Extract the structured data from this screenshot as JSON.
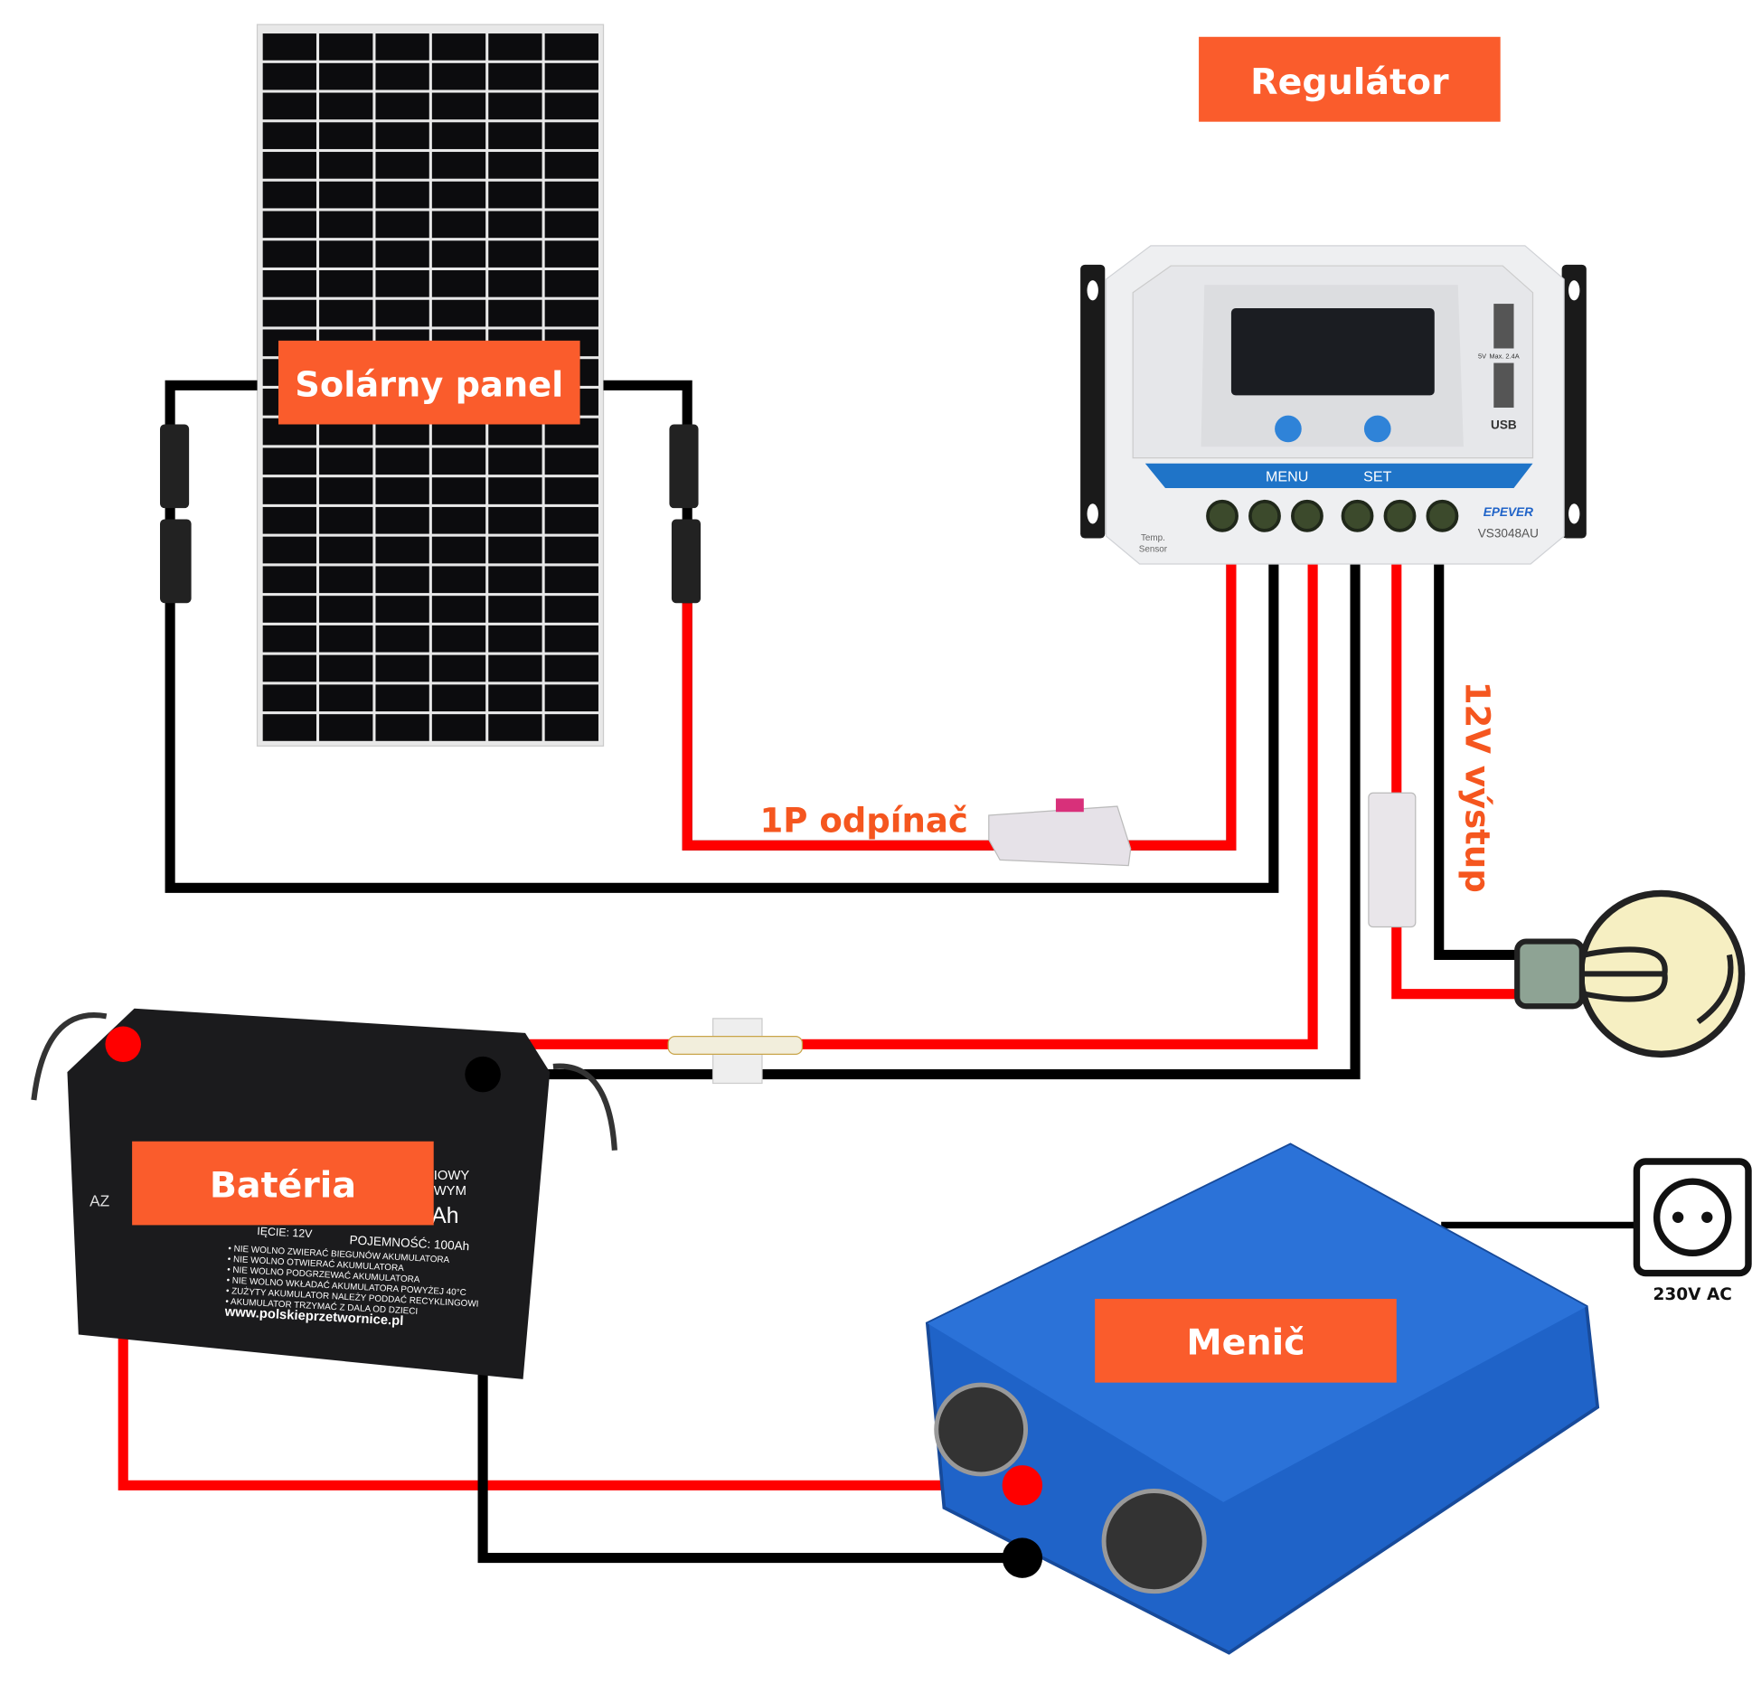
{
  "labels": {
    "regulator": "Regulátor",
    "solar_panel": "Solárny panel",
    "breaker": "1P odpínač",
    "output_12v": "12V výstup",
    "battery": "Batéria",
    "inverter": "Menič",
    "ac_output": "230V AC"
  },
  "regulator_device": {
    "menu": "MENU",
    "set": "SET",
    "usb": "USB",
    "usb_spec_v": "5V",
    "usb_spec_a": "Max. 2.4A",
    "brand": "EPEVER",
    "model": "VS3048AU",
    "temp_sensor_1": "Temp.",
    "temp_sensor_2": "Sensor"
  },
  "battery_device": {
    "az": "AZ",
    "type_1": "IOWY",
    "type_2": "WYM",
    "ah": "Ah",
    "voltage": "IĘCIE: 12V",
    "capacity": "POJEMNOŚĆ: 100Ah",
    "warnings": [
      "• NIE WOLNO ZWIERAĆ BIEGUNÓW AKUMULATORA",
      "• NIE WOLNO OTWIERAĆ AKUMULATORA",
      "• NIE WOLNO PODGRZEWAĆ AKUMULATORA",
      "• NIE WOLNO WKŁADAĆ AKUMULATORA POWYŻEJ 40°C",
      "• ZUŻYTY AKUMULATOR NALEŻY PODDAĆ RECYKLINGOWI",
      "• AKUMULATOR TRZYMAĆ Z DALA OD DZIECI"
    ],
    "website": "www.polskieprzetwornice.pl"
  },
  "colors": {
    "label_bg": "#fa5c2c",
    "wire_positive": "#ff0000",
    "wire_negative": "#000000",
    "inverter_blue": "#1f63c8",
    "regulator_blue": "#1f74c8"
  }
}
